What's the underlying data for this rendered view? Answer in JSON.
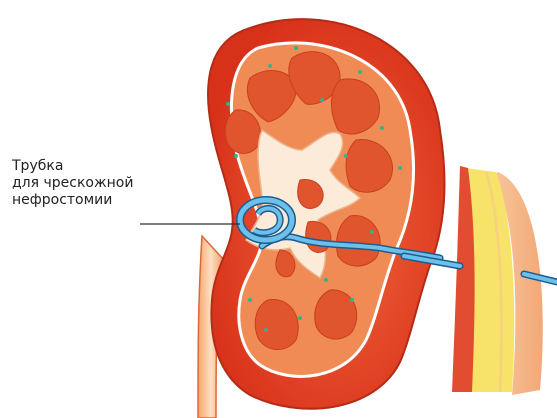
{
  "callout": {
    "line1": "Трубка",
    "line2": "для чрескожной",
    "line3": "нефростомии"
  },
  "colors": {
    "kidney_outer": "#e23a1f",
    "kidney_mid": "#f0874f",
    "pyramid": "#e0552e",
    "pelvis": "#fcebd9",
    "tube": "#54a8d8",
    "tube_dark": "#1d5c8f",
    "skin_yellow": "#f7e36a",
    "skin_peach": "#f6b58a",
    "skin_red": "#e24c30"
  },
  "icons": [
    "kidney-illustration",
    "nephrostomy-tube",
    "skin-layers"
  ]
}
